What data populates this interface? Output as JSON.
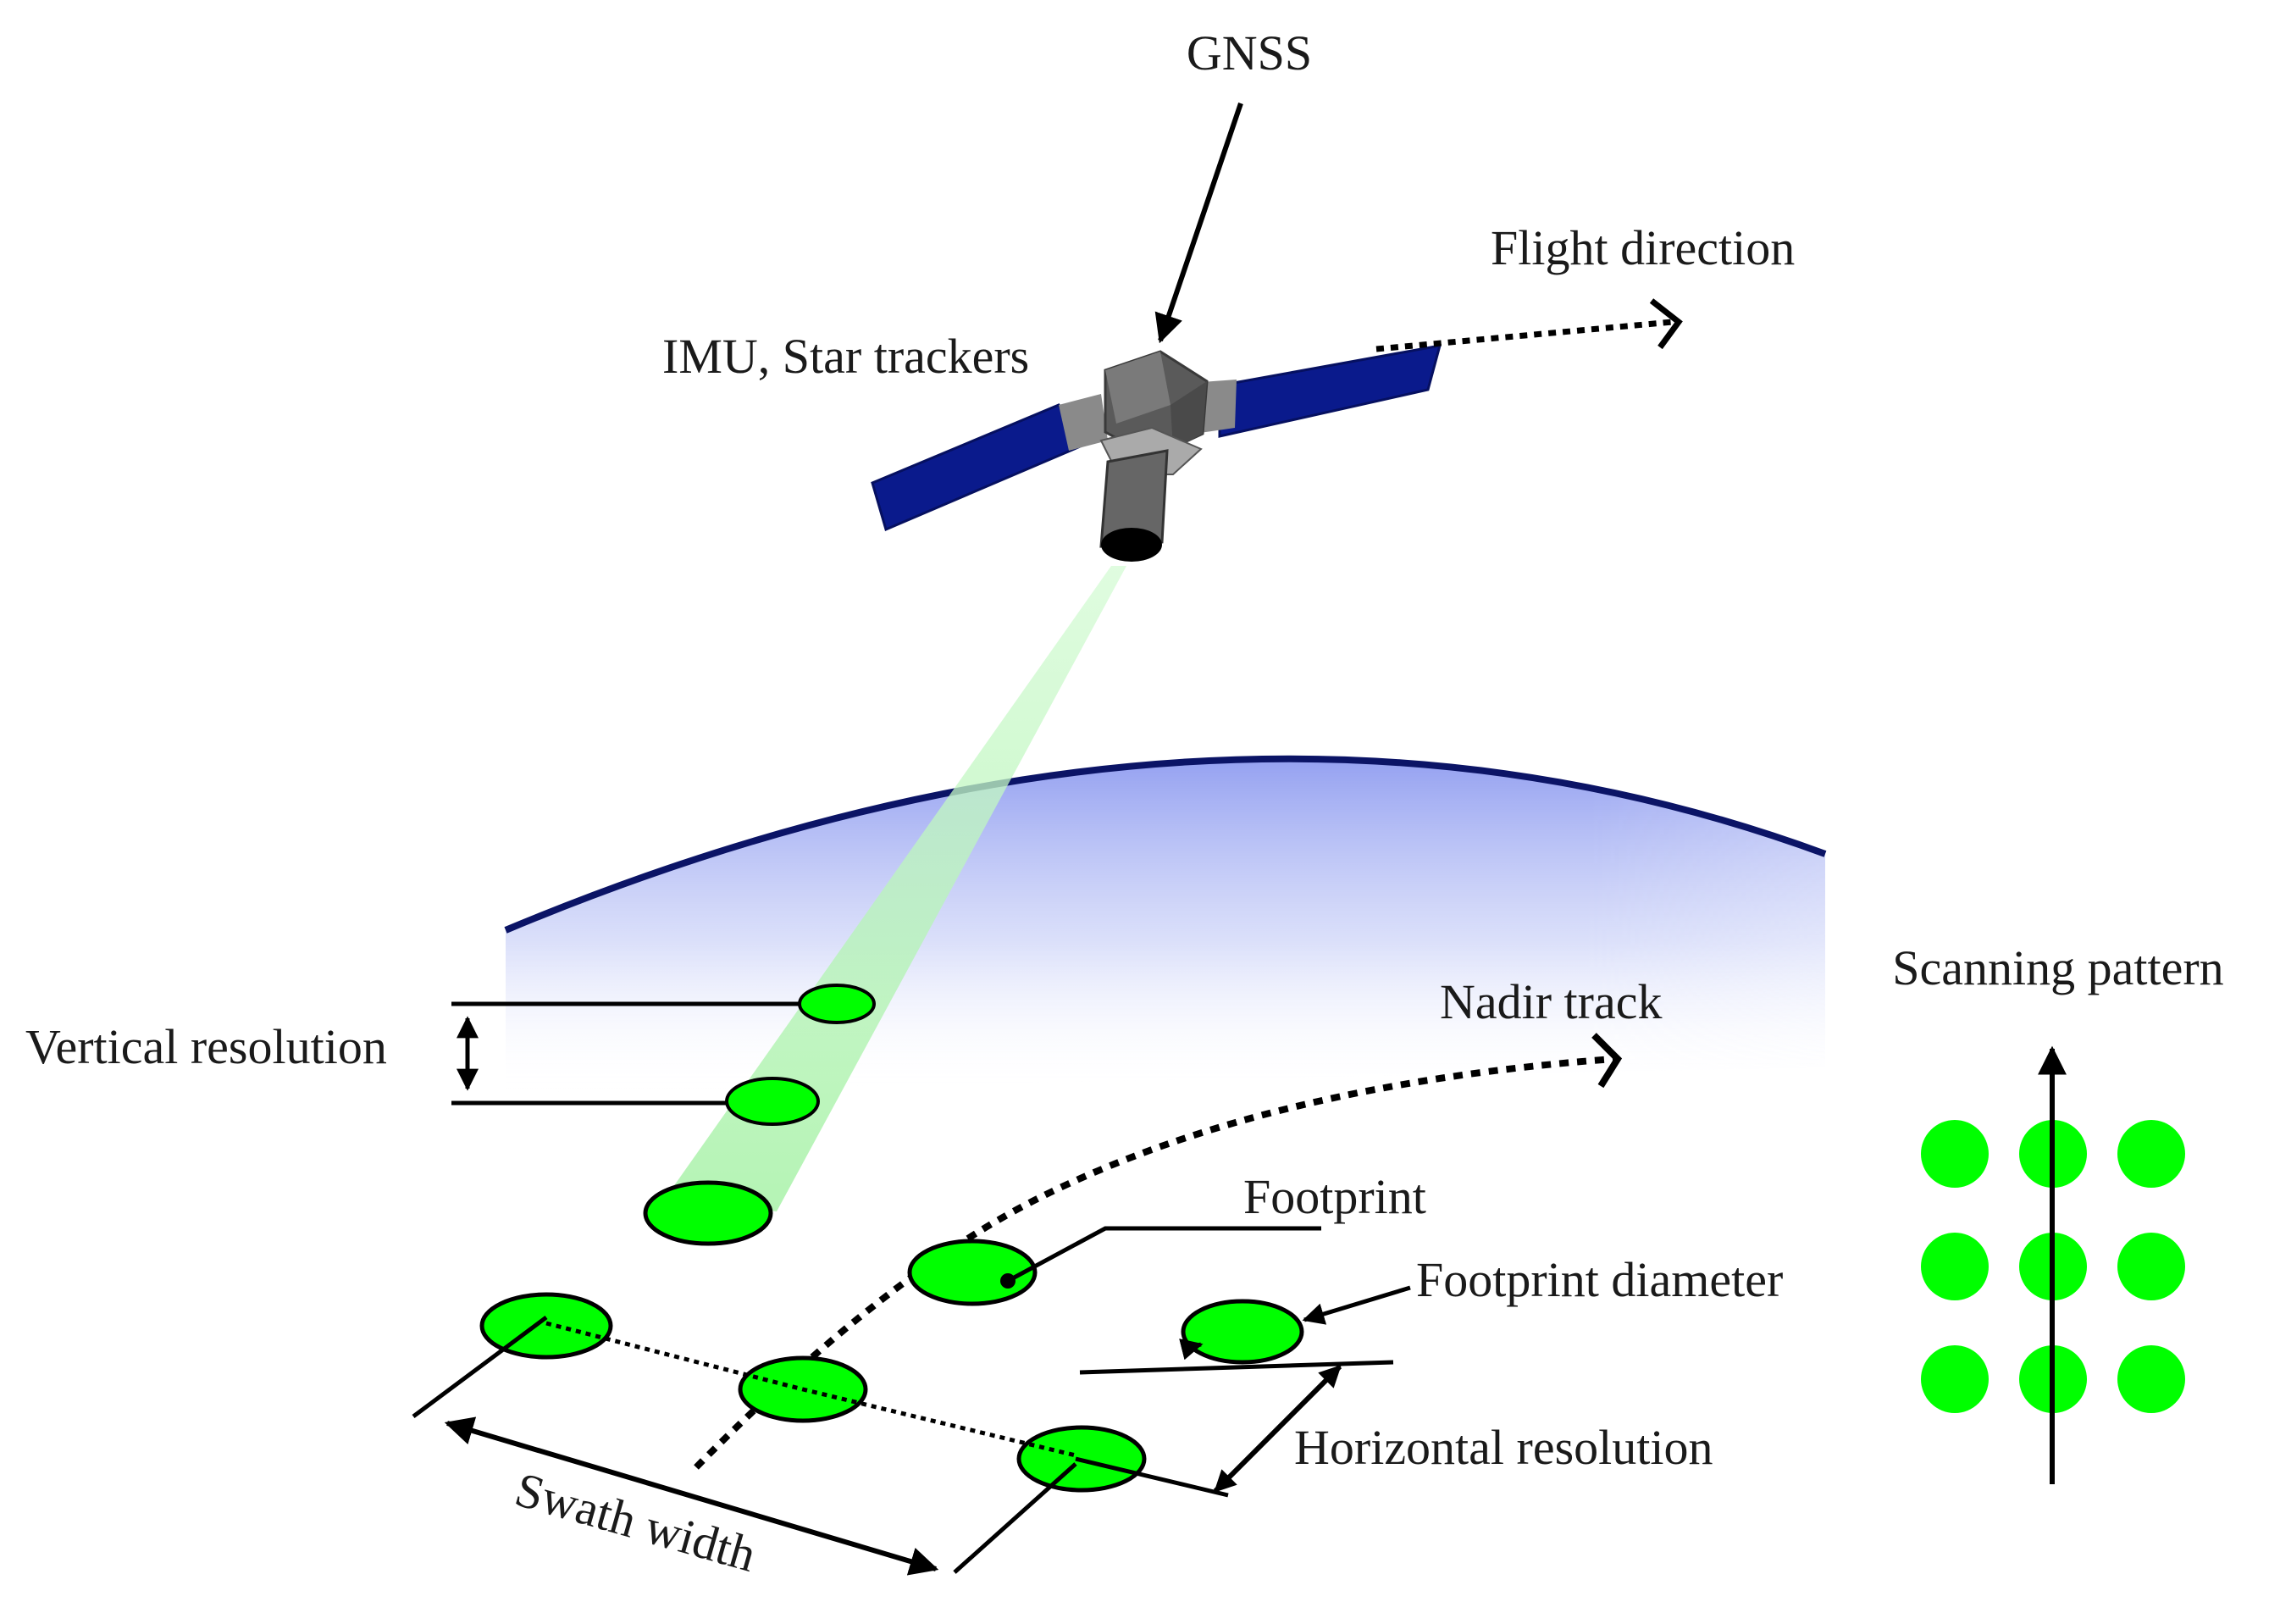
{
  "labels": {
    "gnss": "GNSS",
    "flight_direction": "Flight direction",
    "imu_star_trackers": "IMU, Star trackers",
    "scanning_pattern": "Scanning pattern",
    "nadir_track": "Nadir track",
    "vertical_resolution": "Vertical resolution",
    "footprint": "Footprint",
    "footprint_diameter": "Footprint diameter",
    "horizontal_resolution": "Horizontal resolution",
    "swath_width": "Swath width"
  },
  "colors": {
    "footprint_green": "#00ff00",
    "solar_panel": "#0a1a8c",
    "atmosphere_edge": "#0b1466",
    "atmosphere_fill": "#8f9cf0",
    "beam": "#b6f5b6",
    "satellite_body": "#6b6b6b"
  },
  "scanning_pattern": {
    "rows": 3,
    "cols": 3
  }
}
